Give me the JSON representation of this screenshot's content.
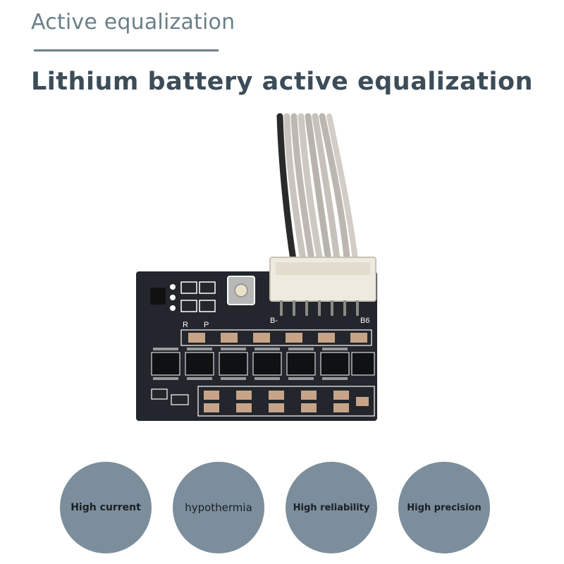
{
  "header": {
    "section_title": "Active equalization",
    "headline": "Lithium battery active equalization"
  },
  "board": {
    "label_r": "R",
    "label_p": "P",
    "label_b_minus": "B-",
    "label_b6": "B6"
  },
  "features": [
    {
      "label": "High current"
    },
    {
      "label": "hypothermia"
    },
    {
      "label": "High reliability"
    },
    {
      "label": "High precision"
    }
  ],
  "colors": {
    "title": "#6b7f88",
    "headline": "#3c4d59",
    "circle": "#7c8e9c",
    "pcb": "#23262c"
  }
}
